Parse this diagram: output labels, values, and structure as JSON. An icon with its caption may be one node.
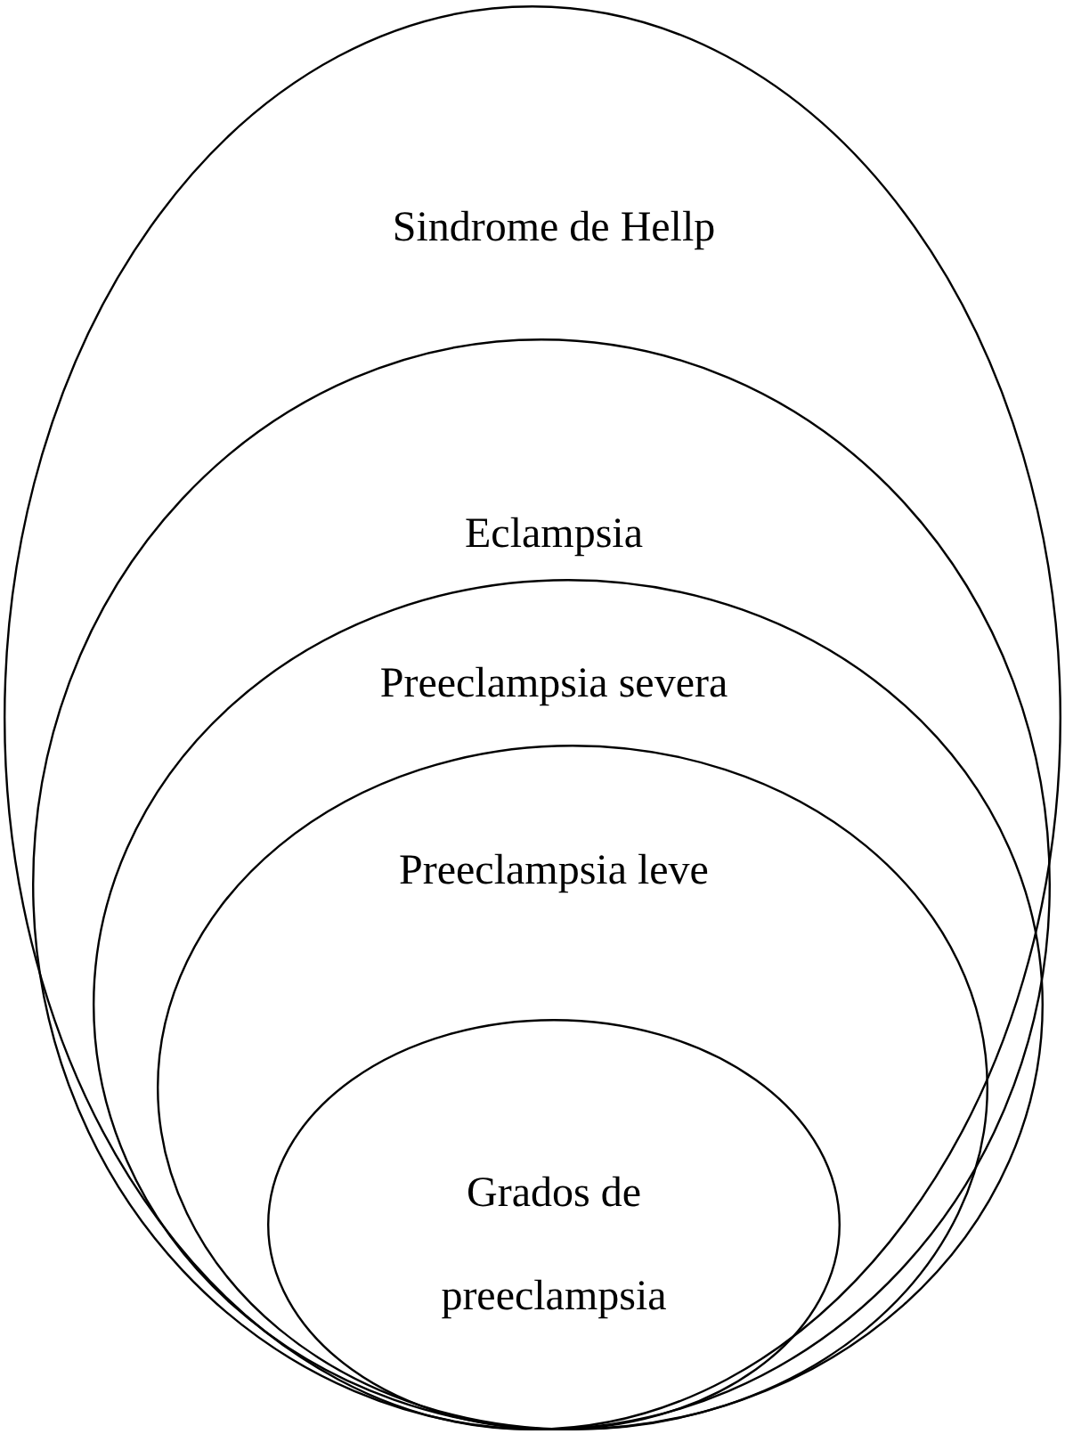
{
  "diagram": {
    "nodes": [
      {
        "text": [
          "Sindrome de Hellp"
        ]
      },
      {
        "text": [
          "Eclampsia"
        ],
        "in": 0
      },
      {
        "text": [
          "Preeclampsia severa"
        ],
        "in": 1
      },
      {
        "text": [
          "Preeclampsia leve"
        ],
        "in": 2
      },
      {
        "text": [
          "Grados de preeclampsia"
        ],
        "in": 3
      }
    ]
  }
}
